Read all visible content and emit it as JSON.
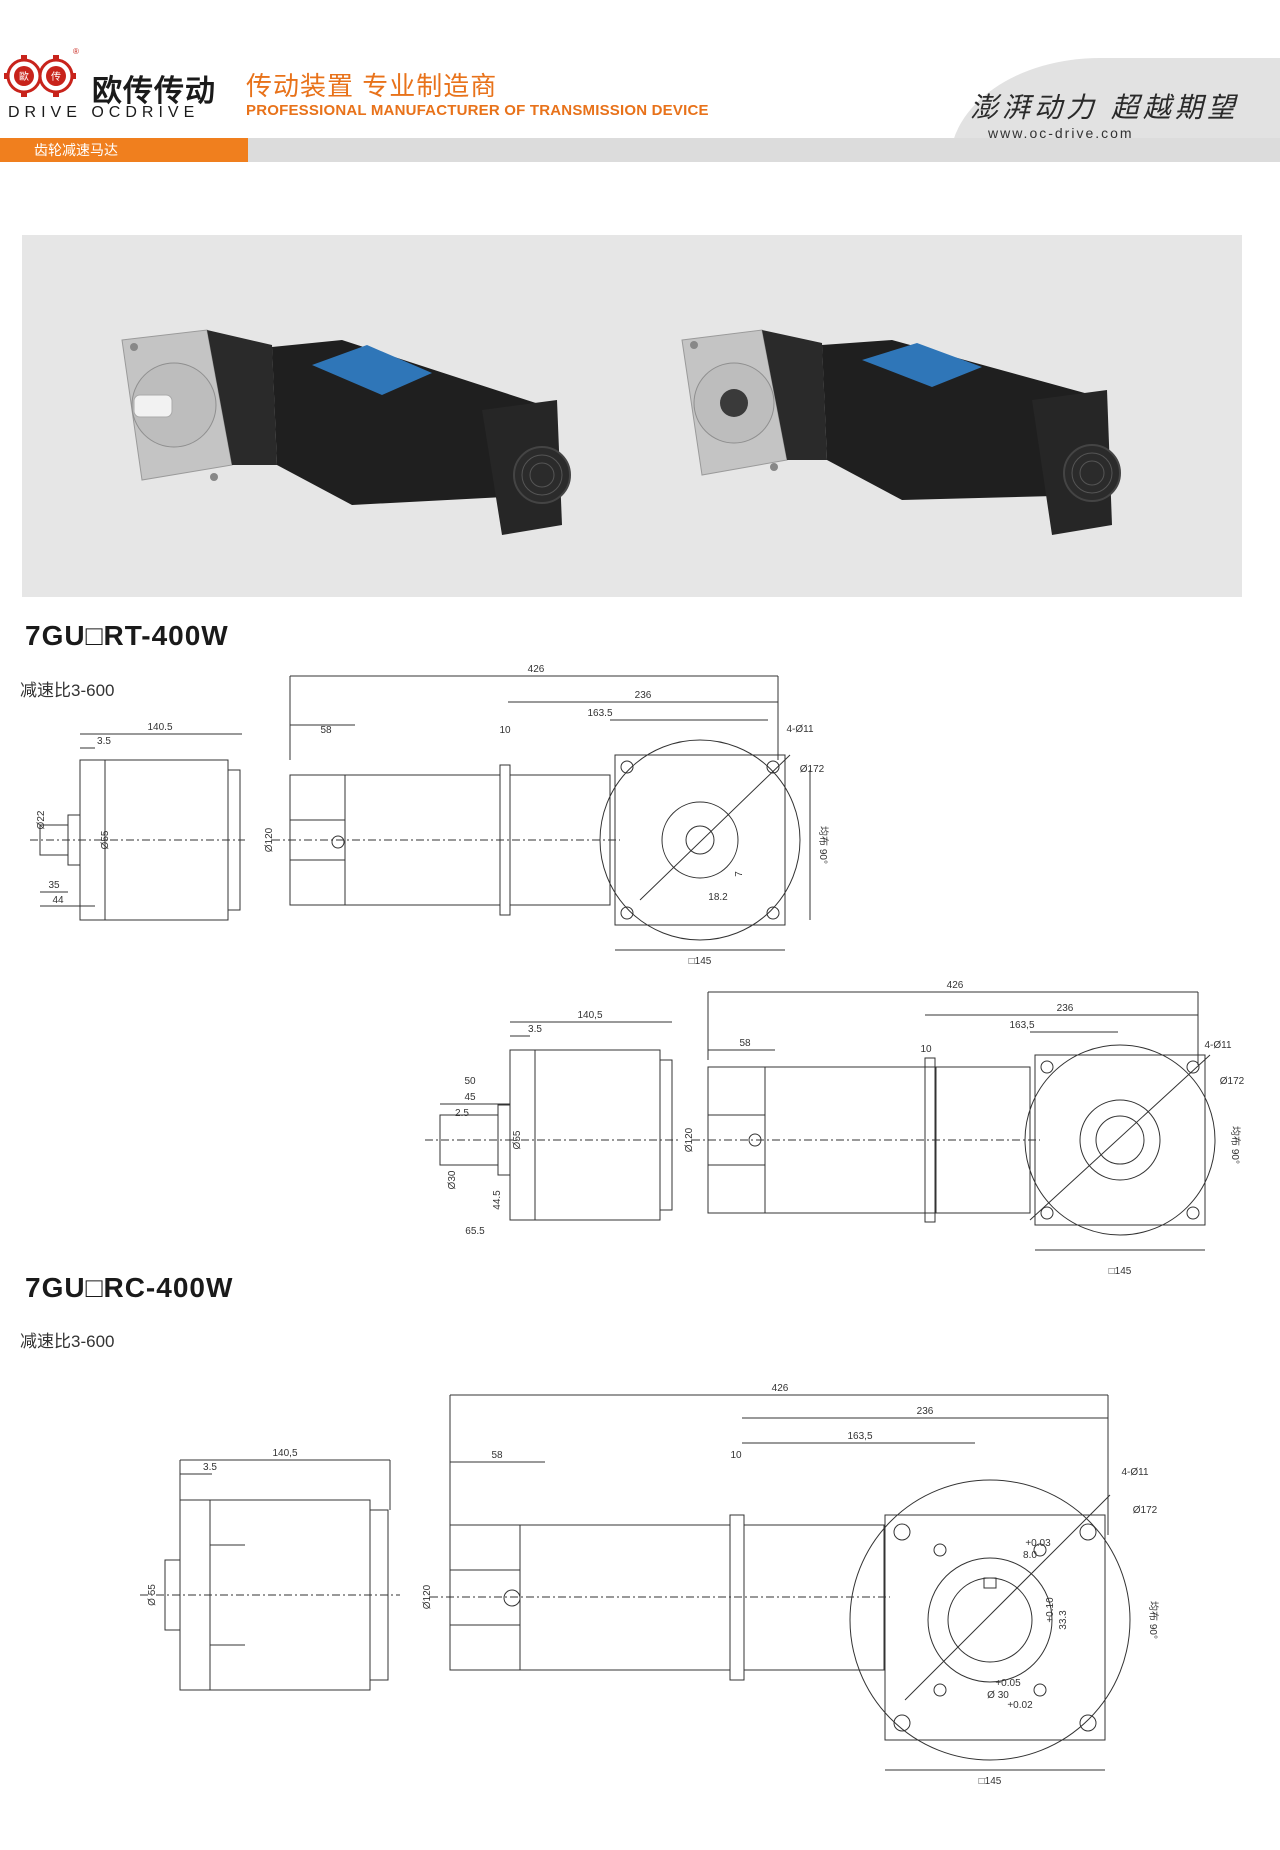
{
  "header": {
    "logo_badge_left": "歐",
    "logo_badge_right": "传",
    "logo_registered": "®",
    "logo_name_cn": "欧传传动",
    "logo_name_en": "DRIVE OCDRIVE",
    "tagline_cn": "传动装置 专业制造商",
    "tagline_en": "PROFESSIONAL MANUFACTURER OF TRANSMISSION DEVICE",
    "slogan": "澎湃动力 超越期望",
    "website": "www.oc-drive.com",
    "category_tab": "齿轮减速马达"
  },
  "section_rt": {
    "title": "7GU□RT-400W",
    "ratio": "减速比3-600"
  },
  "section_rc": {
    "title": "7GU□RC-400W",
    "ratio": "减速比3-600"
  },
  "dims": {
    "total": "426",
    "gear": "236",
    "gear_inner": "163.5",
    "gear_inner_b": "163,5",
    "flange": "10",
    "terminal": "58",
    "side_depth": "140.5",
    "side_depth_b": "140,5",
    "lip": "3.5",
    "motor_dia": "Ø120",
    "hole": "4-Ø11",
    "pcd": "Ø172",
    "square": "□145",
    "angle": "均布 90°",
    "shaft_dia": "Ø22",
    "boss_dia": "Ø55",
    "shaft_len": "35",
    "shaft_total": "44",
    "key_height": "18.2",
    "key_width": "7",
    "hollow_50": "50",
    "hollow_45": "45",
    "hollow_25": "2.5",
    "hollow_bore": "Ø30",
    "hollow_dia": "Ø55",
    "hollow_44": "44.5",
    "hollow_655": "65.5",
    "rc_keyway_w": "8.0",
    "rc_keyway_tol": "+0.03",
    "rc_keyway_h": "33.3",
    "rc_keyway_tol2": "+0.10",
    "rc_bore": "Ø 30",
    "rc_bore_tol": "+0.05",
    "rc_bore_tol2": "+0.02",
    "rc_boss": "Ø 55"
  }
}
